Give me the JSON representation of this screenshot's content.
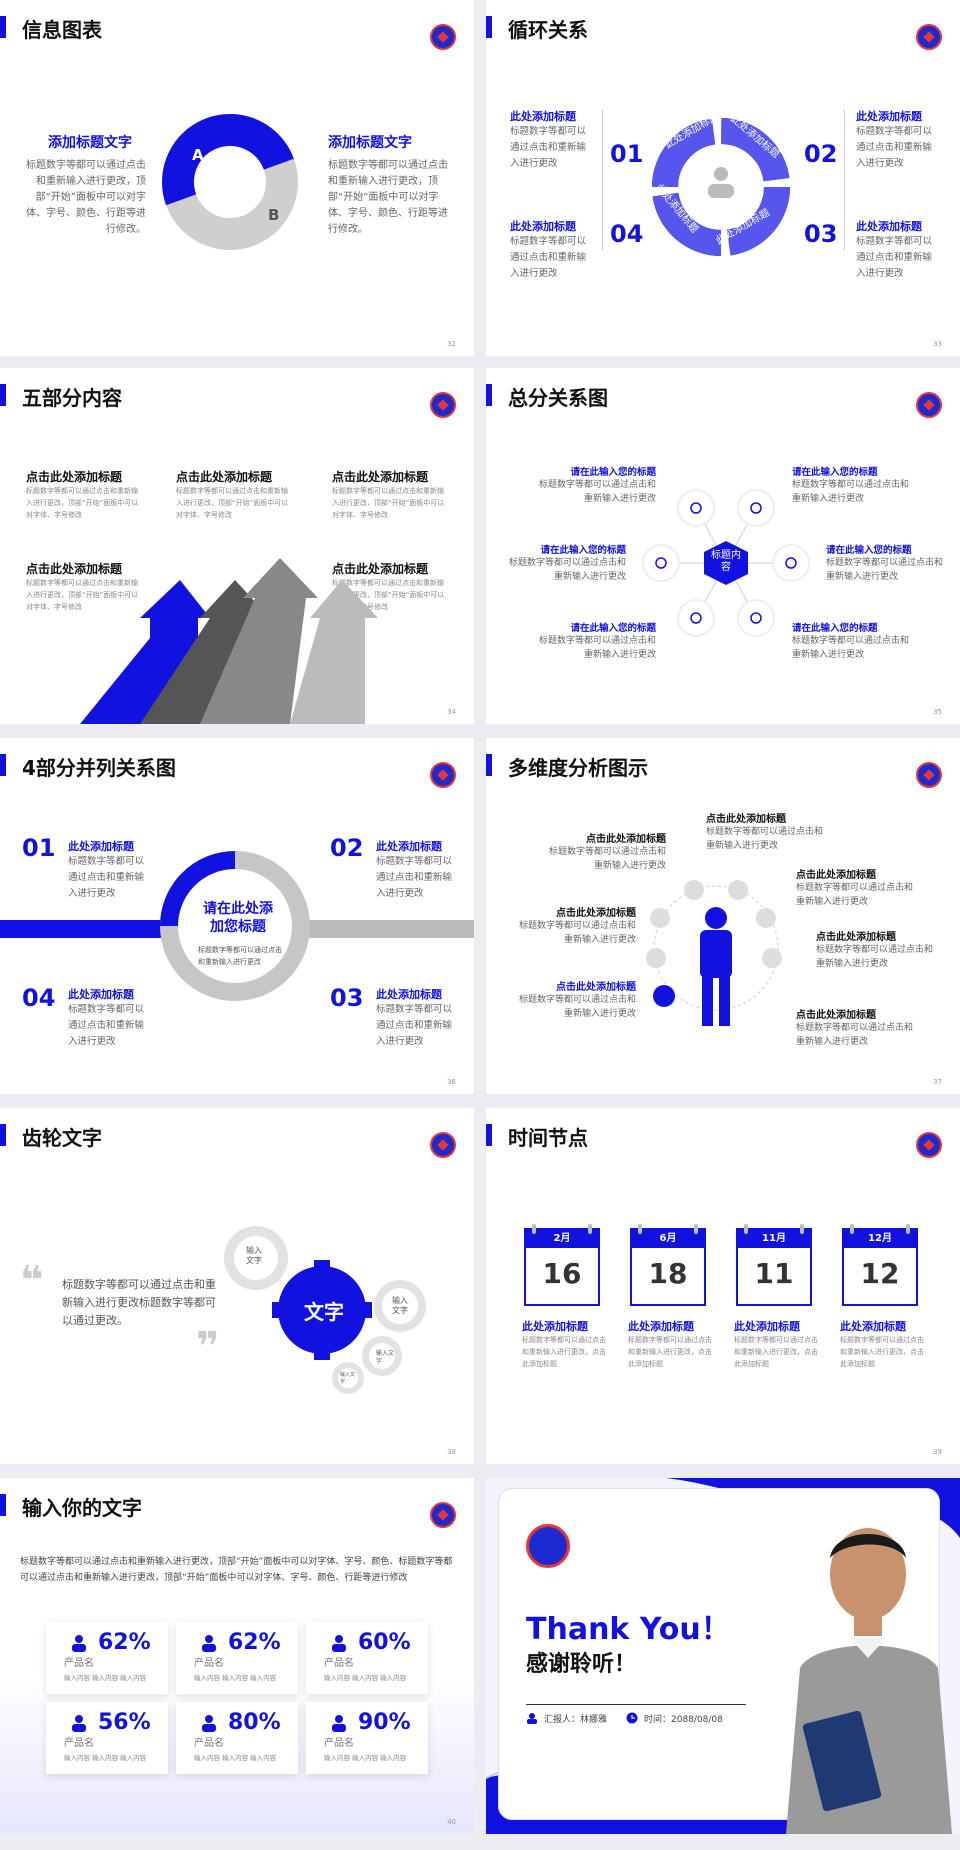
{
  "colors": {
    "accent": "#1212e0",
    "gray": "#cfcfcf",
    "dark_gray": "#555555"
  },
  "s32": {
    "title": "信息图表",
    "num": "32",
    "left_h": "添加标题文字",
    "left_t": "标题数字等都可以通过点击和重新输入进行更改，顶部“开始”面板中可以对字体、字号、颜色、行距等进行修改。",
    "right_h": "添加标题文字",
    "right_t": "标题数字等都可以通过点击和重新输入进行更改，顶部“开始”面板中可以对字体、字号、颜色、行距等进行修改。",
    "a": "A",
    "b": "B"
  },
  "s33": {
    "title": "循环关系",
    "num": "33",
    "items": [
      {
        "n": "01",
        "h": "此处添加标题",
        "t": "标题数字等都可以通过点击和重新输入进行更改"
      },
      {
        "n": "02",
        "h": "此处添加标题",
        "t": "标题数字等都可以通过点击和重新输入进行更改"
      },
      {
        "n": "03",
        "h": "此处添加标题",
        "t": "标题数字等都可以通过点击和重新输入进行更改"
      },
      {
        "n": "04",
        "h": "此处添加标题",
        "t": "标题数字等都可以通过点击和重新输入进行更改"
      }
    ],
    "arc": "此处添加标题"
  },
  "s34": {
    "title": "五部分内容",
    "num": "34",
    "items": [
      {
        "h": "点击此处添加标题",
        "t": "标题数字等都可以通过点击和重新输入进行更改，顶部“开始”面板中可以对字体、字号修改"
      },
      {
        "h": "点击此处添加标题",
        "t": "标题数字等都可以通过点击和重新输入进行更改，顶部“开始”面板中可以对字体、字号修改"
      },
      {
        "h": "点击此处添加标题",
        "t": "标题数字等都可以通过点击和重新输入进行更改，顶部“开始”面板中可以对字体、字号修改"
      },
      {
        "h": "点击此处添加标题",
        "t": "标题数字等都可以通过点击和重新输入进行更改，顶部“开始”面板中可以对字体、字号修改"
      },
      {
        "h": "点击此处添加标题",
        "t": "标题数字等都可以通过点击和重新输入进行更改，顶部“开始”面板中可以对字体、字号修改"
      }
    ]
  },
  "s35": {
    "title": "总分关系图",
    "num": "35",
    "center": "标题内容",
    "items": [
      {
        "h": "请在此输入您的标题",
        "t": "标题数字等都可以通过点击和重新输入进行更改"
      },
      {
        "h": "请在此输入您的标题",
        "t": "标题数字等都可以通过点击和重新输入进行更改"
      },
      {
        "h": "请在此输入您的标题",
        "t": "标题数字等都可以通过点击和重新输入进行更改"
      },
      {
        "h": "请在此输入您的标题",
        "t": "标题数字等都可以通过点击和重新输入进行更改"
      },
      {
        "h": "请在此输入您的标题",
        "t": "标题数字等都可以通过点击和重新输入进行更改"
      },
      {
        "h": "请在此输入您的标题",
        "t": "标题数字等都可以通过点击和重新输入进行更改"
      }
    ]
  },
  "s36": {
    "title": "4部分并列关系图",
    "num": "36",
    "center_h": "请在此处添加您标题",
    "center_t": "标题数字等都可以通过点击和重新输入进行更改",
    "items": [
      {
        "n": "01",
        "h": "此处添加标题",
        "t": "标题数字等都可以通过点击和重新输入进行更改"
      },
      {
        "n": "02",
        "h": "此处添加标题",
        "t": "标题数字等都可以通过点击和重新输入进行更改"
      },
      {
        "n": "03",
        "h": "此处添加标题",
        "t": "标题数字等都可以通过点击和重新输入进行更改"
      },
      {
        "n": "04",
        "h": "此处添加标题",
        "t": "标题数字等都可以通过点击和重新输入进行更改"
      }
    ]
  },
  "s37": {
    "title": "多维度分析图示",
    "num": "37",
    "items": [
      {
        "h": "点击此处添加标题",
        "t": "标题数字等都可以通过点击和重新输入进行更改"
      },
      {
        "h": "点击此处添加标题",
        "t": "标题数字等都可以通过点击和重新输入进行更改"
      },
      {
        "h": "点击此处添加标题",
        "t": "标题数字等都可以通过点击和重新输入进行更改"
      },
      {
        "h": "点击此处添加标题",
        "t": "标题数字等都可以通过点击和重新输入进行更改"
      },
      {
        "h": "点击此处添加标题",
        "t": "标题数字等都可以通过点击和重新输入进行更改"
      },
      {
        "h": "点击此处添加标题",
        "t": "标题数字等都可以通过点击和重新输入进行更改"
      },
      {
        "h": "点击此处添加标题",
        "t": "标题数字等都可以通过点击和重新输入进行更改"
      }
    ]
  },
  "s38": {
    "title": "齿轮文字",
    "num": "38",
    "quote": "标题数字等都可以通过点击和重新输入进行更改标题数字等都可以通过更改。",
    "main": "文字",
    "g1": "输入文字",
    "g2": "输入文字",
    "g3": "输入文字",
    "g4": "输入文字"
  },
  "s39": {
    "title": "时间节点",
    "num": "39",
    "items": [
      {
        "m": "2月",
        "d": "16",
        "h": "此处添加标题",
        "t": "标题数字等都可以通过点击和重新输入进行更改，点击此添加标题"
      },
      {
        "m": "6月",
        "d": "18",
        "h": "此处添加标题",
        "t": "标题数字等都可以通过点击和重新输入进行更改，点击此添加标题"
      },
      {
        "m": "11月",
        "d": "11",
        "h": "此处添加标题",
        "t": "标题数字等都可以通过点击和重新输入进行更改，点击此添加标题"
      },
      {
        "m": "12月",
        "d": "12",
        "h": "此处添加标题",
        "t": "标题数字等都可以通过点击和重新输入进行更改，点击此添加标题"
      }
    ]
  },
  "s40": {
    "title": "输入你的文字",
    "num": "40",
    "para": "标题数字等都可以通过点击和重新输入进行更改，顶部“开始”面板中可以对字体、字号、颜色、标题数字等都可以通过点击和重新输入进行更改，顶部“开始”面板中可以对字体、字号、颜色、行距等进行修改",
    "cards": [
      {
        "pct": "62%",
        "nm": "产品名",
        "sub": "输入内容  输入内容  输入内容"
      },
      {
        "pct": "62%",
        "nm": "产品名",
        "sub": "输入内容  输入内容  输入内容"
      },
      {
        "pct": "60%",
        "nm": "产品名",
        "sub": "输入内容  输入内容  输入内容"
      },
      {
        "pct": "56%",
        "nm": "产品名",
        "sub": "输入内容  输入内容  输入内容"
      },
      {
        "pct": "80%",
        "nm": "产品名",
        "sub": "输入内容  输入内容  输入内容"
      },
      {
        "pct": "90%",
        "nm": "产品名",
        "sub": "输入内容  输入内容  输入内容"
      }
    ]
  },
  "s41": {
    "thanks": "Thank You！",
    "sub": "感谢聆听！",
    "reporter": "汇报人：林娜雅",
    "time": "时间：2088/08/08"
  }
}
